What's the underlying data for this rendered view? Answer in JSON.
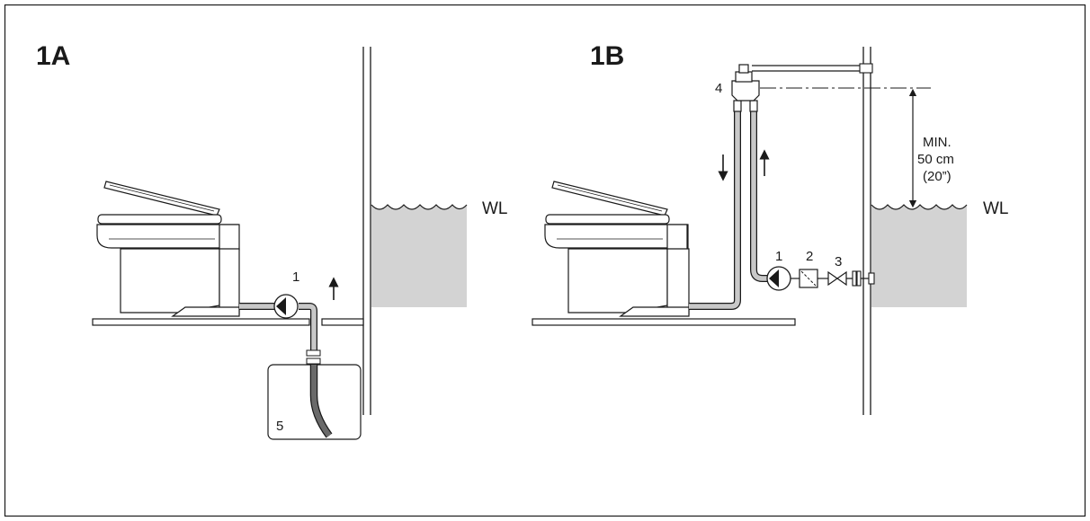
{
  "panels": [
    {
      "id": "1A",
      "title": "1A",
      "waterline_label": "WL",
      "callouts": {
        "pump": "1",
        "tank": "5"
      }
    },
    {
      "id": "1B",
      "title": "1B",
      "waterline_label": "WL",
      "callouts": {
        "pump": "1",
        "strainer": "2",
        "seacock": "3",
        "vented_loop": "4"
      },
      "min_height": [
        "MIN.",
        "50 cm",
        "(20”)"
      ]
    }
  ],
  "colors": {
    "line": "#1a1a1a",
    "water": "#d3d3d3",
    "hose": "#c8c8c8",
    "hose_dark": "#6a6a6a"
  }
}
